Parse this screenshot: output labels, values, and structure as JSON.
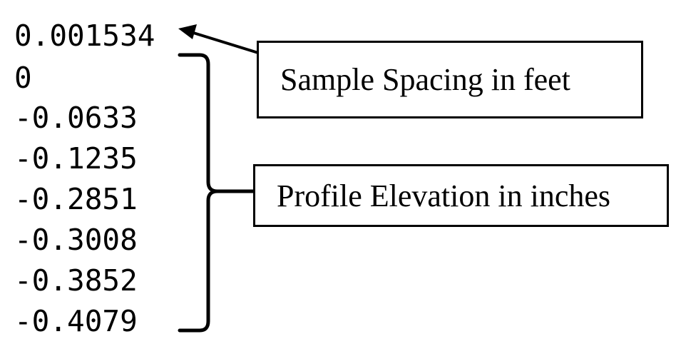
{
  "file_header": {
    "sample_spacing_value": "0.001534"
  },
  "profile_values": [
    "0",
    "-0.0633",
    "-0.1235",
    "-0.2851",
    "-0.3008",
    "-0.3852",
    "-0.4079"
  ],
  "callouts": {
    "sample_spacing_label": "Sample Spacing in feet",
    "profile_elevation_label": "Profile Elevation in inches"
  }
}
